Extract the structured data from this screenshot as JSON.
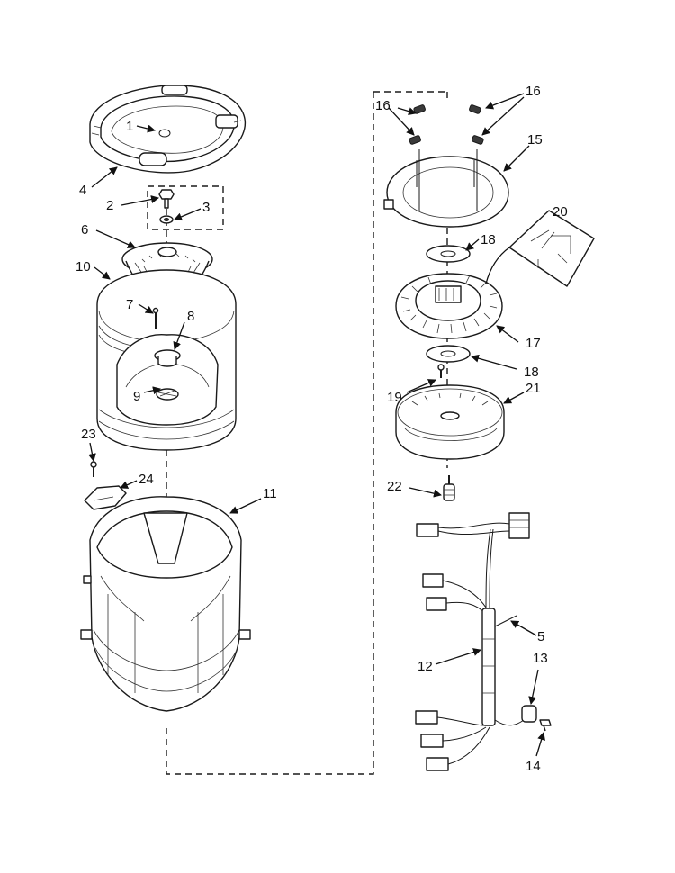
{
  "diagram": {
    "callouts": {
      "c1": "1",
      "c2": "2",
      "c3": "3",
      "c4": "4",
      "c5": "5",
      "c6": "6",
      "c7": "7",
      "c8": "8",
      "c9": "9",
      "c10": "10",
      "c11": "11",
      "c12": "12",
      "c13": "13",
      "c14": "14",
      "c15": "15",
      "c16a": "16",
      "c16b": "16",
      "c17": "17",
      "c18a": "18",
      "c18b": "18",
      "c19": "19",
      "c20": "20",
      "c21": "21",
      "c22": "22",
      "c23": "23",
      "c24": "24"
    }
  }
}
